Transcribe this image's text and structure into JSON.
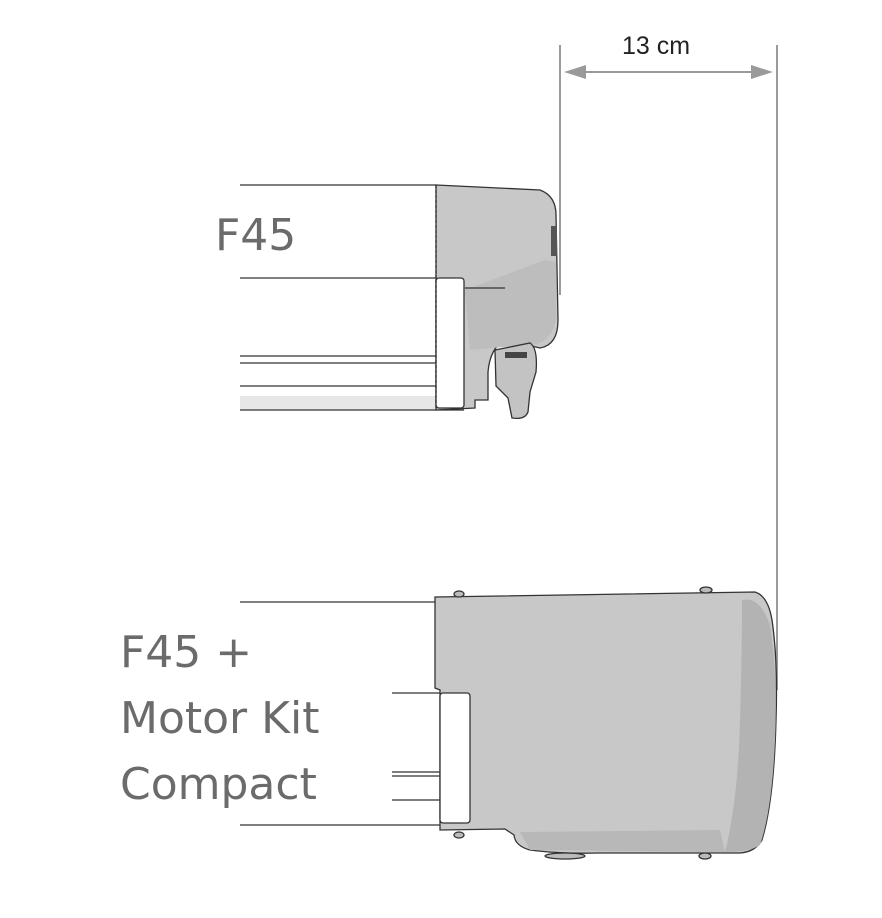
{
  "dimension": {
    "label": "13 cm"
  },
  "products": [
    {
      "label_lines": [
        "F45"
      ]
    },
    {
      "label_lines": [
        "F45 +",
        "Motor Kit",
        "Compact"
      ]
    }
  ],
  "colors": {
    "housing": "#c8c8c8",
    "housing_shade": "#b3b3b3",
    "line": "#333333",
    "dim_line": "#999999",
    "text": "#6b6b6b"
  }
}
